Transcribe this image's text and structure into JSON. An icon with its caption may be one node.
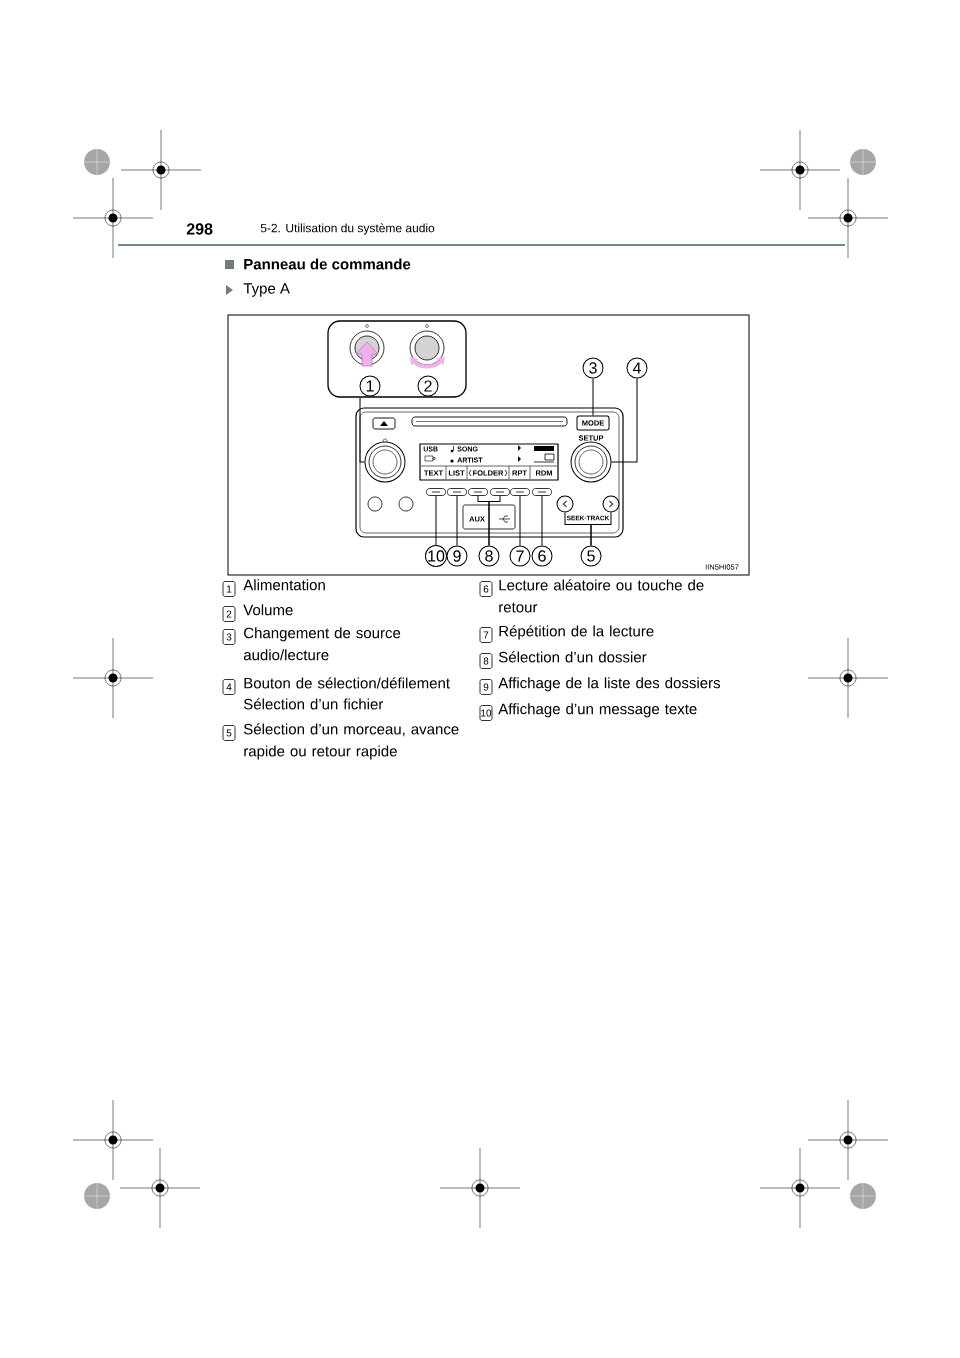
{
  "diagram": {
    "title": "Panneau de commande",
    "nodes": [
      {
        "text": [],
        "shape": "box"
      },
      {
        "text": [
          "1"
        ],
        "in": 0
      },
      {
        "text": [
          "2"
        ],
        "in": 0
      },
      {
        "text": [
          "3"
        ]
      },
      {
        "text": [
          "4"
        ]
      },
      {
        "text": [
          "5"
        ]
      },
      {
        "text": [
          "6"
        ]
      },
      {
        "text": [
          "7"
        ]
      },
      {
        "text": [
          "8"
        ]
      },
      {
        "text": [
          "9"
        ]
      },
      {
        "text": [
          "10"
        ]
      },
      {
        "text": [],
        "shape": "circle"
      },
      {
        "text": [
          "MODE"
        ]
      },
      {
        "text": [],
        "shape": "circle",
        "beside": [
          "SETUP"
        ]
      },
      {
        "text": [],
        "shape": "circle"
      },
      {
        "text": [],
        "shape": "circle"
      },
      {
        "text": [],
        "shape": "bar"
      },
      {
        "text": [],
        "shape": "bar"
      },
      {
        "text": [],
        "shape": "bar"
      },
      {
        "text": [],
        "shape": "bar"
      },
      {
        "text": [],
        "shape": "bar"
      },
      {
        "text": [],
        "shape": "bar"
      }
    ],
    "edges": [
      {
        "from": 0,
        "to": 11,
        "arrow": "none"
      },
      {
        "from": 3,
        "to": 12,
        "arrow": "none"
      },
      {
        "from": 4,
        "to": 13,
        "arrow": "none"
      },
      {
        "from": 5,
        "to": 14,
        "arrow": "none"
      },
      {
        "from": 5,
        "to": 15,
        "arrow": "none"
      },
      {
        "from": 6,
        "to": 21,
        "arrow": "none"
      },
      {
        "from": 7,
        "to": 20,
        "arrow": "none"
      },
      {
        "from": 8,
        "to": 18,
        "arrow": "none"
      },
      {
        "from": 8,
        "to": 19,
        "arrow": "none"
      },
      {
        "from": 9,
        "to": 17,
        "arrow": "none"
      },
      {
        "from": 10,
        "to": 16,
        "arrow": "none"
      }
    ],
    "labels": [
      "298",
      "5-2. Utilisation du système audio",
      "Type A",
      "USB",
      "SONG",
      "ARTIST",
      "TEXT",
      "LIST",
      "FOLDER",
      "RPT",
      "RDM",
      "AUX",
      "SEEK·TRACK",
      "IIN5HI057",
      "1",
      "Alimentation",
      "2",
      "Volume",
      "3",
      "Changement de source audio/lecture",
      "4",
      "Bouton de sélection/défilement",
      "Sélection d’un fichier",
      "5",
      "Sélection d’un morceau, avance rapide ou retour rapide",
      "6",
      "Lecture aléatoire ou touche de retour",
      "7",
      "Répétition de la lecture",
      "8",
      "Sélection d’un dossier",
      "9",
      "Affichage de la liste des dossiers",
      "10",
      "Affichage d’un message texte"
    ]
  }
}
